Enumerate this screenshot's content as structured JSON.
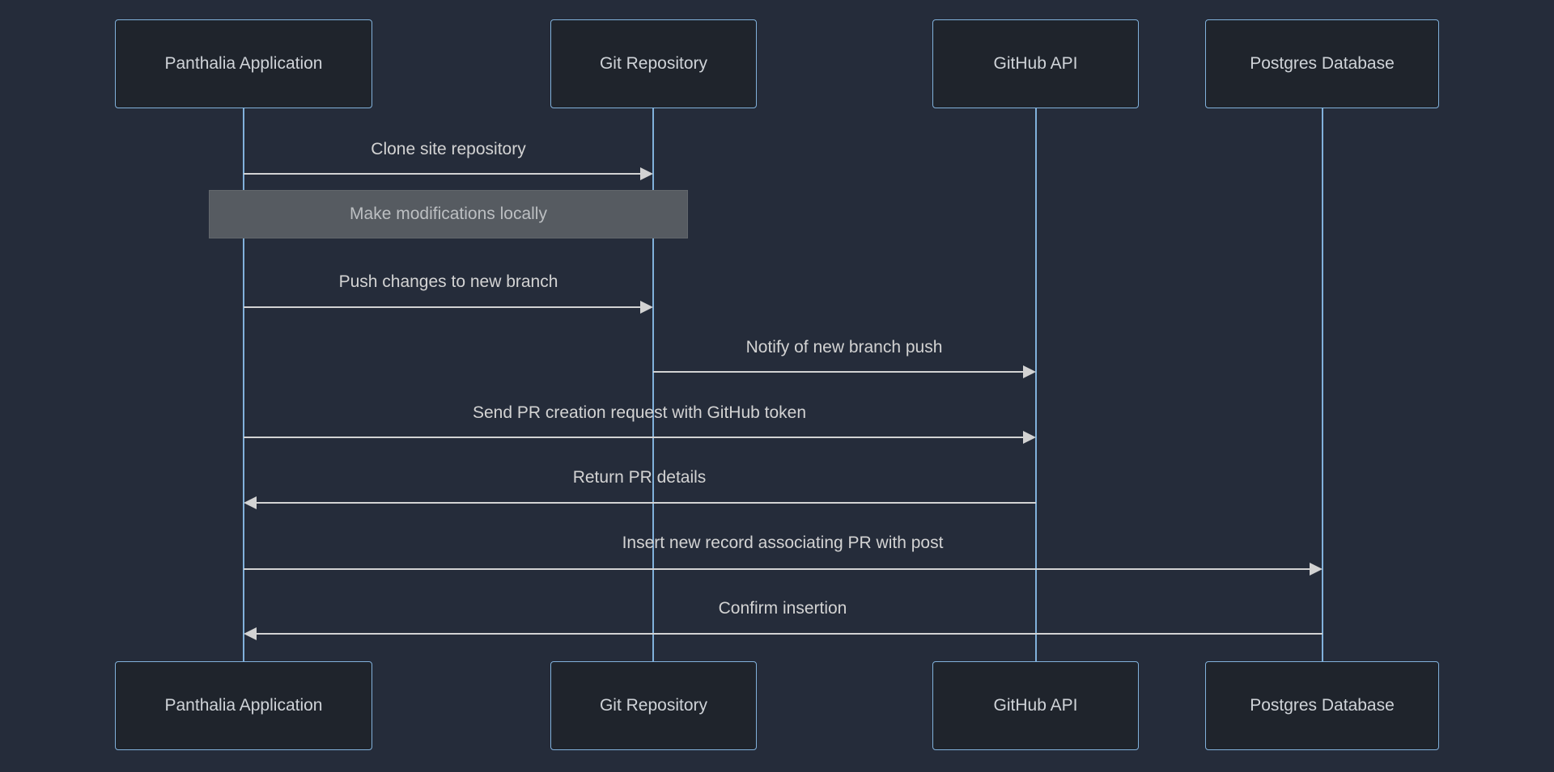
{
  "diagram": {
    "type": "sequence-diagram",
    "actors": [
      {
        "label": "Panthalia Application"
      },
      {
        "label": "Git Repository"
      },
      {
        "label": "GitHub API"
      },
      {
        "label": "Postgres Database"
      }
    ],
    "messages": [
      {
        "label": "Clone site repository",
        "from": "Panthalia Application",
        "to": "Git Repository",
        "direction": "right"
      },
      {
        "label": "Push changes to new branch",
        "from": "Panthalia Application",
        "to": "Git Repository",
        "direction": "right"
      },
      {
        "label": "Notify of new branch push",
        "from": "Git Repository",
        "to": "GitHub API",
        "direction": "right"
      },
      {
        "label": "Send PR creation request with GitHub token",
        "from": "Panthalia Application",
        "to": "GitHub API",
        "direction": "right"
      },
      {
        "label": "Return PR details",
        "from": "GitHub API",
        "to": "Panthalia Application",
        "direction": "left"
      },
      {
        "label": "Insert new record associating PR with post",
        "from": "Panthalia Application",
        "to": "Postgres Database",
        "direction": "right"
      },
      {
        "label": "Confirm insertion",
        "from": "Postgres Database",
        "to": "Panthalia Application",
        "direction": "left"
      }
    ],
    "note": {
      "label": "Make modifications locally",
      "over": "Panthalia Application"
    },
    "colors": {
      "background": "#252c3a",
      "actor_fill": "#1f242c",
      "actor_border": "#81b1db",
      "lifeline": "#81b1db",
      "message": "#d3d3d3",
      "note_fill": "#565b61",
      "note_text": "#bcbfc2"
    }
  }
}
